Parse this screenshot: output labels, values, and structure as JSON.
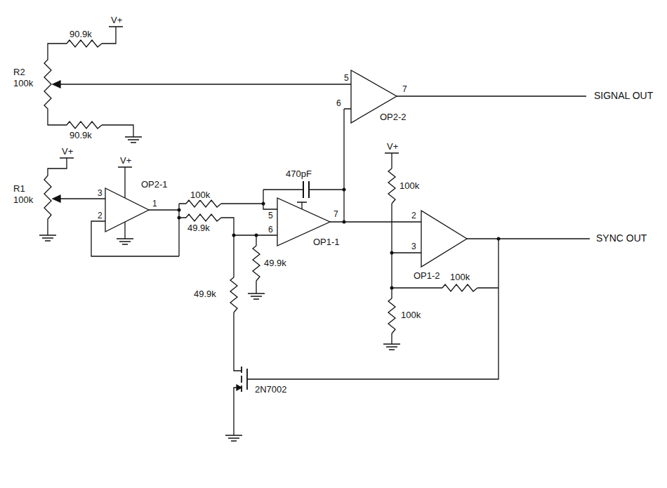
{
  "diagram": {
    "labels": [
      "V+",
      "90.9k",
      "R2",
      "100k",
      "90.9k",
      "V+",
      "R1",
      "100k",
      "3",
      "2",
      "OP2-1",
      "V+",
      "1",
      "100k",
      "49.9k",
      "49.9k",
      "470pF",
      "5",
      "6",
      "OP1-1",
      "7",
      "49.9k",
      "5",
      "6",
      "7",
      "OP2-2",
      "SIGNAL OUT",
      "V+",
      "100k",
      "2",
      "3",
      "OP1-2",
      "SYNC OUT",
      "100k",
      "100k",
      "2N7002"
    ]
  }
}
